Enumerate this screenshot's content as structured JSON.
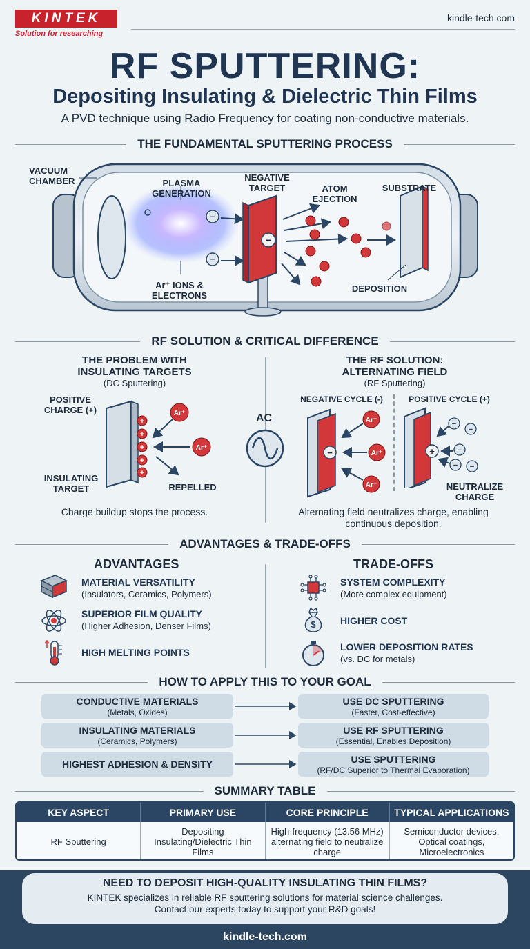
{
  "header": {
    "logo_text": "KINTEK",
    "tagline": "Solution for researching",
    "site": "kindle-tech.com"
  },
  "title": {
    "main": "RF SPUTTERING:",
    "sub": "Depositing Insulating & Dielectric Thin Films",
    "desc": "A PVD technique using Radio Frequency for coating non-conductive materials."
  },
  "process": {
    "heading": "THE FUNDAMENTAL SPUTTERING PROCESS",
    "vacuum": "VACUUM CHAMBER",
    "plasma": "PLASMA GENERATION",
    "target": "NEGATIVE TARGET",
    "ejection": "ATOM EJECTION",
    "substrate": "SUBSTRATE",
    "ions": "Ar⁺ IONS & ELECTRONS",
    "deposition": "DEPOSITION"
  },
  "rf": {
    "heading": "RF SOLUTION & CRITICAL DIFFERENCE",
    "problem_title": "THE PROBLEM WITH INSULATING TARGETS",
    "problem_sub": "(DC Sputtering)",
    "positive_charge": "POSITIVE CHARGE (+)",
    "insulating_target": "INSULATING TARGET",
    "repelled": "REPELLED",
    "problem_caption": "Charge buildup stops the process.",
    "ac": "AC",
    "solution_title": "THE RF SOLUTION: ALTERNATING FIELD",
    "solution_sub": "(RF Sputtering)",
    "neg_cycle": "NEGATIVE CYCLE (-)",
    "pos_cycle": "POSITIVE CYCLE (+)",
    "neutralize": "NEUTRALIZE CHARGE",
    "solution_caption": "Alternating field neutralizes charge, enabling continuous deposition.",
    "ion_label": "Ar⁺"
  },
  "tradeoffs": {
    "heading": "ADVANTAGES & TRADE-OFFS",
    "adv_title": "ADVANTAGES",
    "adv": [
      {
        "t1": "MATERIAL VERSATILITY",
        "t2": "(Insulators, Ceramics, Polymers)",
        "icon": "layers-icon"
      },
      {
        "t1": "SUPERIOR FILM QUALITY",
        "t2": "(Higher Adhesion, Denser Films)",
        "icon": "atom-icon"
      },
      {
        "t1": "HIGH MELTING POINTS",
        "t2": "",
        "icon": "thermometer-icon"
      }
    ],
    "trade_title": "TRADE-OFFS",
    "trade": [
      {
        "t1": "SYSTEM COMPLEXITY",
        "t2": "(More complex equipment)",
        "icon": "circuit-icon"
      },
      {
        "t1": "HIGHER COST",
        "t2": "",
        "icon": "money-bag-icon"
      },
      {
        "t1": "LOWER DEPOSITION RATES",
        "t2": "(vs. DC for metals)",
        "icon": "stopwatch-icon"
      }
    ]
  },
  "goal": {
    "heading": "HOW TO APPLY THIS TO YOUR GOAL",
    "rows": [
      {
        "l1": "CONDUCTIVE MATERIALS",
        "l2": "(Metals, Oxides)",
        "r1": "USE DC SPUTTERING",
        "r2": "(Faster, Cost-effective)"
      },
      {
        "l1": "INSULATING MATERIALS",
        "l2": "(Ceramics, Polymers)",
        "r1": "USE RF SPUTTERING",
        "r2": "(Essential, Enables Deposition)"
      },
      {
        "l1": "HIGHEST ADHESION & DENSITY",
        "l2": "",
        "r1": "USE SPUTTERING",
        "r2": "(RF/DC Superior to Thermal Evaporation)"
      }
    ]
  },
  "summary": {
    "heading": "SUMMARY TABLE",
    "headers": [
      "KEY ASPECT",
      "PRIMARY USE",
      "CORE PRINCIPLE",
      "TYPICAL APPLICATIONS"
    ],
    "row": [
      "RF Sputtering",
      "Depositing Insulating/Dielectric Thin Films",
      "High-frequency (13.56 MHz) alternating field to neutralize charge",
      "Semiconductor devices, Optical coatings, Microelectronics"
    ]
  },
  "cta": {
    "title": "NEED TO DEPOSIT HIGH-QUALITY INSULATING THIN FILMS?",
    "line1": "KINTEK specializes in reliable RF sputtering solutions for material science challenges.",
    "line2": "Contact our experts today to support your R&D goals!"
  },
  "footer": {
    "site": "kindle-tech.com"
  },
  "colors": {
    "navy": "#1f3552",
    "red": "#c8232c",
    "accent_red": "#d2373a"
  }
}
